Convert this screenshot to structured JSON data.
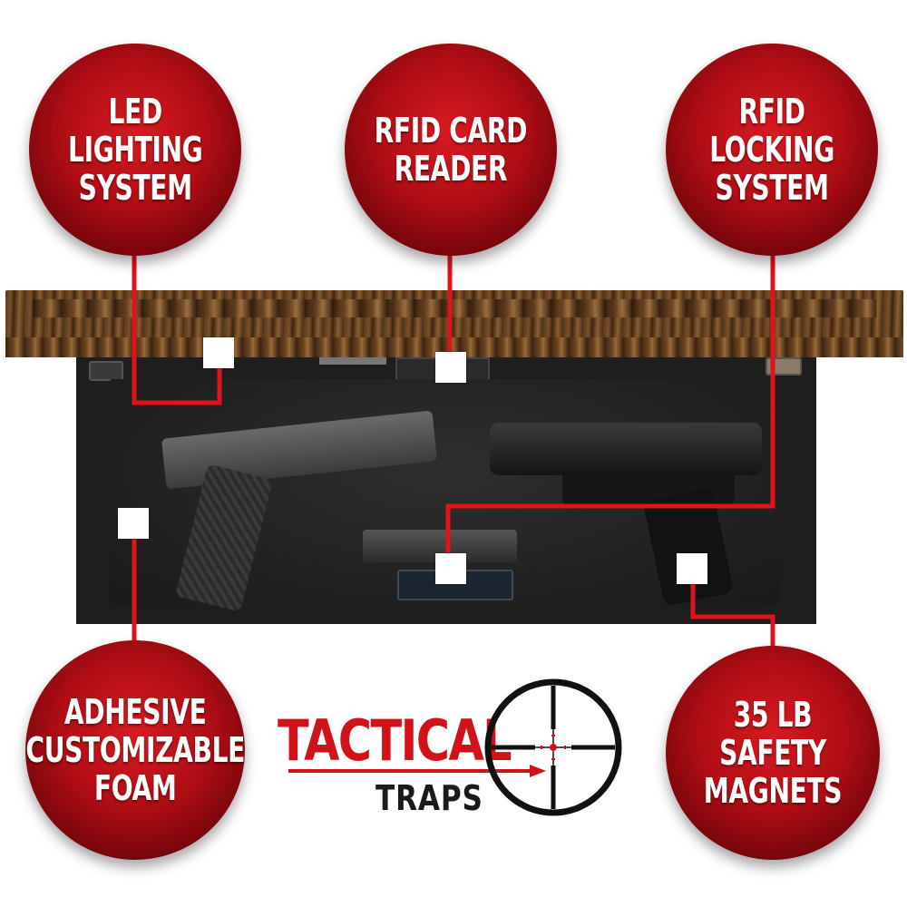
{
  "callouts": {
    "led": "LED\nLIGHTING\nSYSTEM",
    "rfid_reader": "RFID CARD\nREADER",
    "rfid_lock": "RFID\nLOCKING\nSYSTEM",
    "foam": "ADHESIVE\nCUSTOMIZABLE\nFOAM",
    "magnets": "35 LB\nSAFETY\nMAGNETS"
  },
  "logo": {
    "word": "TACTICAL",
    "sub": "TRAPS"
  },
  "colors": {
    "brand_red": "#d2121a",
    "bubble_red": "#b00d15",
    "wire_red": "#e0121c",
    "text": "#ffffff"
  },
  "icons": {
    "scope": "crosshair-scope-icon",
    "bullet": "bullet-icon"
  }
}
